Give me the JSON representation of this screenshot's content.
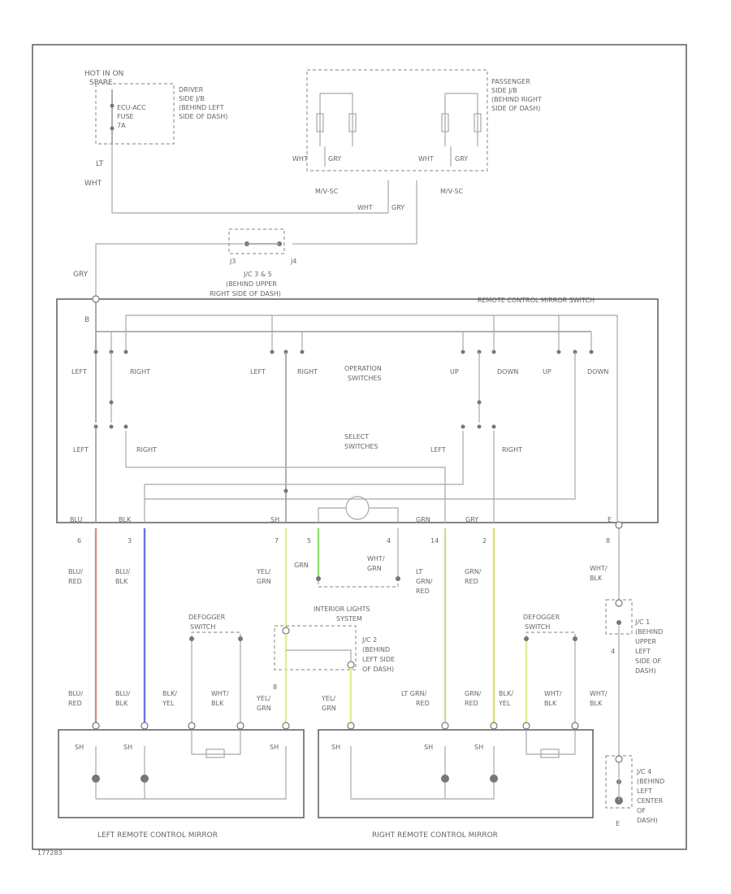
{
  "colors": {
    "wire_default": "#9a9a9a",
    "wire_blu_red": "#d88a8a",
    "wire_blu_blk": "#7070e0",
    "wire_yel_grn": "#e0ee90",
    "wire_grn": "#90e070",
    "wire_lt_grn_red": "#d8d4a0",
    "wire_grn_red": "#dde070"
  },
  "top": {
    "hot_label": "HOT IN ON",
    "hot_label2": "SPARE",
    "fuse_text": [
      "ECU-ACC",
      "FUSE",
      "7A"
    ],
    "driver_jb": [
      "DRIVER",
      "SIDE J/B",
      "(BEHIND LEFT",
      "SIDE OF DASH)"
    ],
    "passenger_jb": [
      "PASSENGER",
      "SIDE J/B",
      "(BEHIND RIGHT",
      "SIDE OF DASH)"
    ],
    "lt": "LT",
    "wht_left": "WHT",
    "relay_wire_labels": [
      "WHT",
      "GRY",
      "WHT",
      "GRY"
    ],
    "relay_names": [
      "M/V-SC",
      "M/V-SC"
    ],
    "wht_gry_bottom": [
      "WHT",
      "GRY"
    ]
  },
  "jc": {
    "pins": [
      "J3",
      "J4"
    ],
    "title": [
      "J/C 3 & 5",
      "(BEHIND UPPER",
      "RIGHT SIDE OF DASH)"
    ],
    "gry": "GRY"
  },
  "switch": {
    "title": "REMOTE CONTROL MIRROR SWITCH",
    "pin_b": "B",
    "op_labels": [
      "LEFT",
      "RIGHT",
      "LEFT",
      "RIGHT",
      "UP",
      "DOWN",
      "UP",
      "DOWN"
    ],
    "operation": [
      "OPERATION",
      "SWITCHES"
    ],
    "select": [
      "SELECT",
      "SWITCHES"
    ],
    "select_labels": [
      "LEFT",
      "RIGHT",
      "LEFT",
      "RIGHT"
    ],
    "conn_labels": [
      "BLU",
      "BLK",
      "SH",
      "GRN",
      "GRY",
      "E"
    ],
    "pin_nums": [
      "6",
      "3",
      "7",
      "5",
      "4",
      "14",
      "2",
      "8"
    ]
  },
  "wires": {
    "blu_red": [
      "BLU/",
      "RED"
    ],
    "blu_blk": [
      "BLU/",
      "BLK"
    ],
    "yel_grn": [
      "YEL/",
      "GRN"
    ],
    "grn": "GRN",
    "wht_grn": [
      "WHT/",
      "GRN"
    ],
    "lt_grn_red": [
      "LT",
      "GRN/",
      "RED"
    ],
    "grn_red": [
      "GRN/",
      "RED"
    ],
    "wht_blk": [
      "WHT/",
      "BLK"
    ]
  },
  "interior": [
    "INTERIOR LIGHTS",
    "SYSTEM"
  ],
  "defogger_left": [
    "DEFOGGER",
    "SWITCH"
  ],
  "defogger_right": [
    "DEFOGGER",
    "SWITCH"
  ],
  "jc2": [
    "J/C 2",
    "(BEHIND",
    "LEFT SIDE",
    "OF DASH)"
  ],
  "jc1": [
    "J/C 1",
    "(BEHIND",
    "UPPER",
    "LEFT",
    "SIDE OF",
    "DASH)"
  ],
  "jc4": [
    "J/C 4",
    "(BEHIND",
    "LEFT",
    "CENTER",
    "OF",
    "DASH)"
  ],
  "pin_e": "E",
  "pin_4": "4",
  "pin_8": "8",
  "bottom_wires_left": [
    "BLU/",
    "RED",
    "BLU/",
    "BLK",
    "BLK/",
    "YEL",
    "WHT/",
    "BLK",
    "YEL/",
    "GRN"
  ],
  "bottom_wires_right": [
    "YEL/",
    "GRN",
    "LT GRN/",
    "RED",
    "GRN/",
    "RED",
    "BLK/",
    "YEL",
    "WHT/",
    "BLK",
    "WHT/",
    "BLK"
  ],
  "mirror_pins": [
    "SH",
    "SH",
    "SH",
    "SH",
    "SH",
    "SH"
  ],
  "mirror_left": "LEFT REMOTE CONTROL MIRROR",
  "mirror_right": "RIGHT REMOTE CONTROL MIRROR",
  "corner_code": "177283"
}
